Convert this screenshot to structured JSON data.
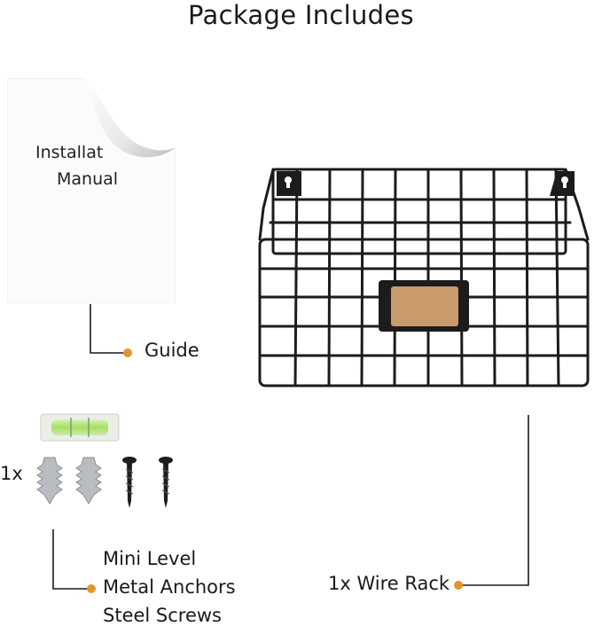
{
  "header": {
    "title": "Package Includes"
  },
  "manual": {
    "text_line1": "Installat",
    "text_line2": "Manual"
  },
  "labels": {
    "guide": "Guide",
    "quantity": "1x",
    "mini_level": "Mini Level",
    "metal_anchors": "Metal Anchors",
    "steel_screws": "Steel Screws",
    "wire_rack": "1x Wire Rack"
  },
  "colors": {
    "callout_dot": "#e2962a",
    "rack": "#1c1c1c",
    "label_plate": "#c89a6c",
    "level_bubble": "#9fe35a"
  }
}
